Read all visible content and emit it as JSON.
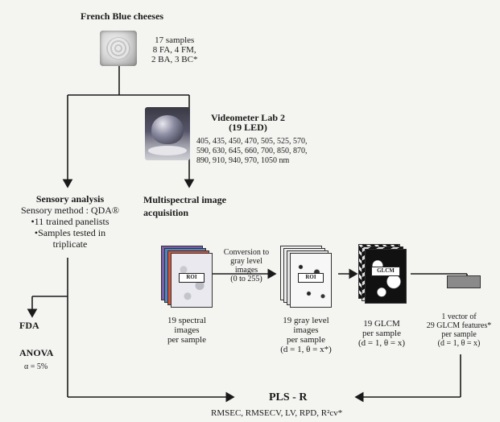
{
  "title": "French Blue cheeses",
  "samples": {
    "line1": "17 samples",
    "line2": "8 FA, 4 FM,",
    "line3": "2 BA, 3 BC*"
  },
  "videometer": {
    "title": "Videometer Lab 2",
    "subtitle": "(19 LED)",
    "wl1": "405, 435, 450, 470, 505, 525, 570,",
    "wl2": "590, 630, 645, 660, 700, 850, 870,",
    "wl3": "890, 910, 940, 970, 1050 nm"
  },
  "sensory": {
    "title": "Sensory analysis",
    "method": "Sensory method : QDA®",
    "b1": "•11 trained panelists",
    "b2": "•Samples tested in",
    "b3": "triplicate"
  },
  "multispectral": {
    "line1": "Multispectral image",
    "line2": "acquisition"
  },
  "conversion": {
    "l1": "Conversion to",
    "l2": "gray level",
    "l3": "images",
    "l4": "(0 to 255)"
  },
  "roi_label": "ROI",
  "glcm_label": "GLCM",
  "spectral_images": {
    "l1": "19 spectral",
    "l2": "images",
    "l3": "per sample"
  },
  "gray_images": {
    "l1": "19 gray level",
    "l2": "images",
    "l3": "per sample",
    "l4": "(d = 1, θ = x*)"
  },
  "glcm_count": {
    "l1": "19 GLCM",
    "l2": "per sample",
    "l3": "(d = 1, θ = x)"
  },
  "vector": {
    "l1": "1 vector of",
    "l2": "29 GLCM features*",
    "l3": "per sample",
    "l4": "(d = 1, θ = x)"
  },
  "fda": "FDA",
  "anova": "ANOVA",
  "alpha": "α = 5%",
  "plsr": "PLS - R",
  "metrics": "RMSEC, RMSECV, LV, RPD, R²cv*",
  "colors": {
    "background": "#f4f4f1",
    "lines": "#1a1a1a",
    "vector_box": "#8a8a8a"
  }
}
